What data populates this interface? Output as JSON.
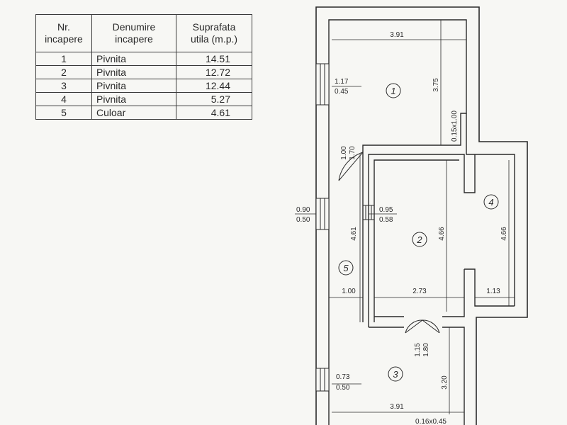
{
  "table": {
    "headers": {
      "nr_line1": "Nr.",
      "nr_line2": "incapere",
      "name_line1": "Denumire",
      "name_line2": "incapere",
      "area_line1": "Suprafata",
      "area_line2": "utila   (m.p.)"
    },
    "rows": [
      {
        "nr": "1",
        "name": "Pivnita",
        "area": "14.51"
      },
      {
        "nr": "2",
        "name": "Pivnita",
        "area": "12.72"
      },
      {
        "nr": "3",
        "name": "Pivnita",
        "area": "12.44"
      },
      {
        "nr": "4",
        "name": "Pivnita",
        "area": "5.27"
      },
      {
        "nr": "5",
        "name": "Culoar",
        "area": "4.61"
      }
    ]
  },
  "plan": {
    "room_labels": {
      "r1": "1",
      "r2": "2",
      "r3": "3",
      "r4": "4",
      "r5": "5"
    },
    "dimensions": {
      "room1_width": "3.91",
      "room1_height": "3.75",
      "niche_room1": "0.15x1.00",
      "window1_w": "1.17",
      "window1_h": "0.45",
      "door1_w": "1.00",
      "door1_h": "1.70",
      "window2_w": "0.90",
      "window2_h": "0.50",
      "window3_w": "0.95",
      "window3_h": "0.58",
      "corridor_height": "4.61",
      "corridor_width": "1.00",
      "room2_width": "2.73",
      "room2_height": "4.66",
      "room4_height": "4.66",
      "room4_width": "1.13",
      "door2_w": "1.15",
      "door2_h": "1.80",
      "window4_w": "0.73",
      "window4_h": "0.50",
      "room3_height": "3.20",
      "room3_width": "3.91",
      "bottom_niche": "0.16x0.45"
    }
  }
}
